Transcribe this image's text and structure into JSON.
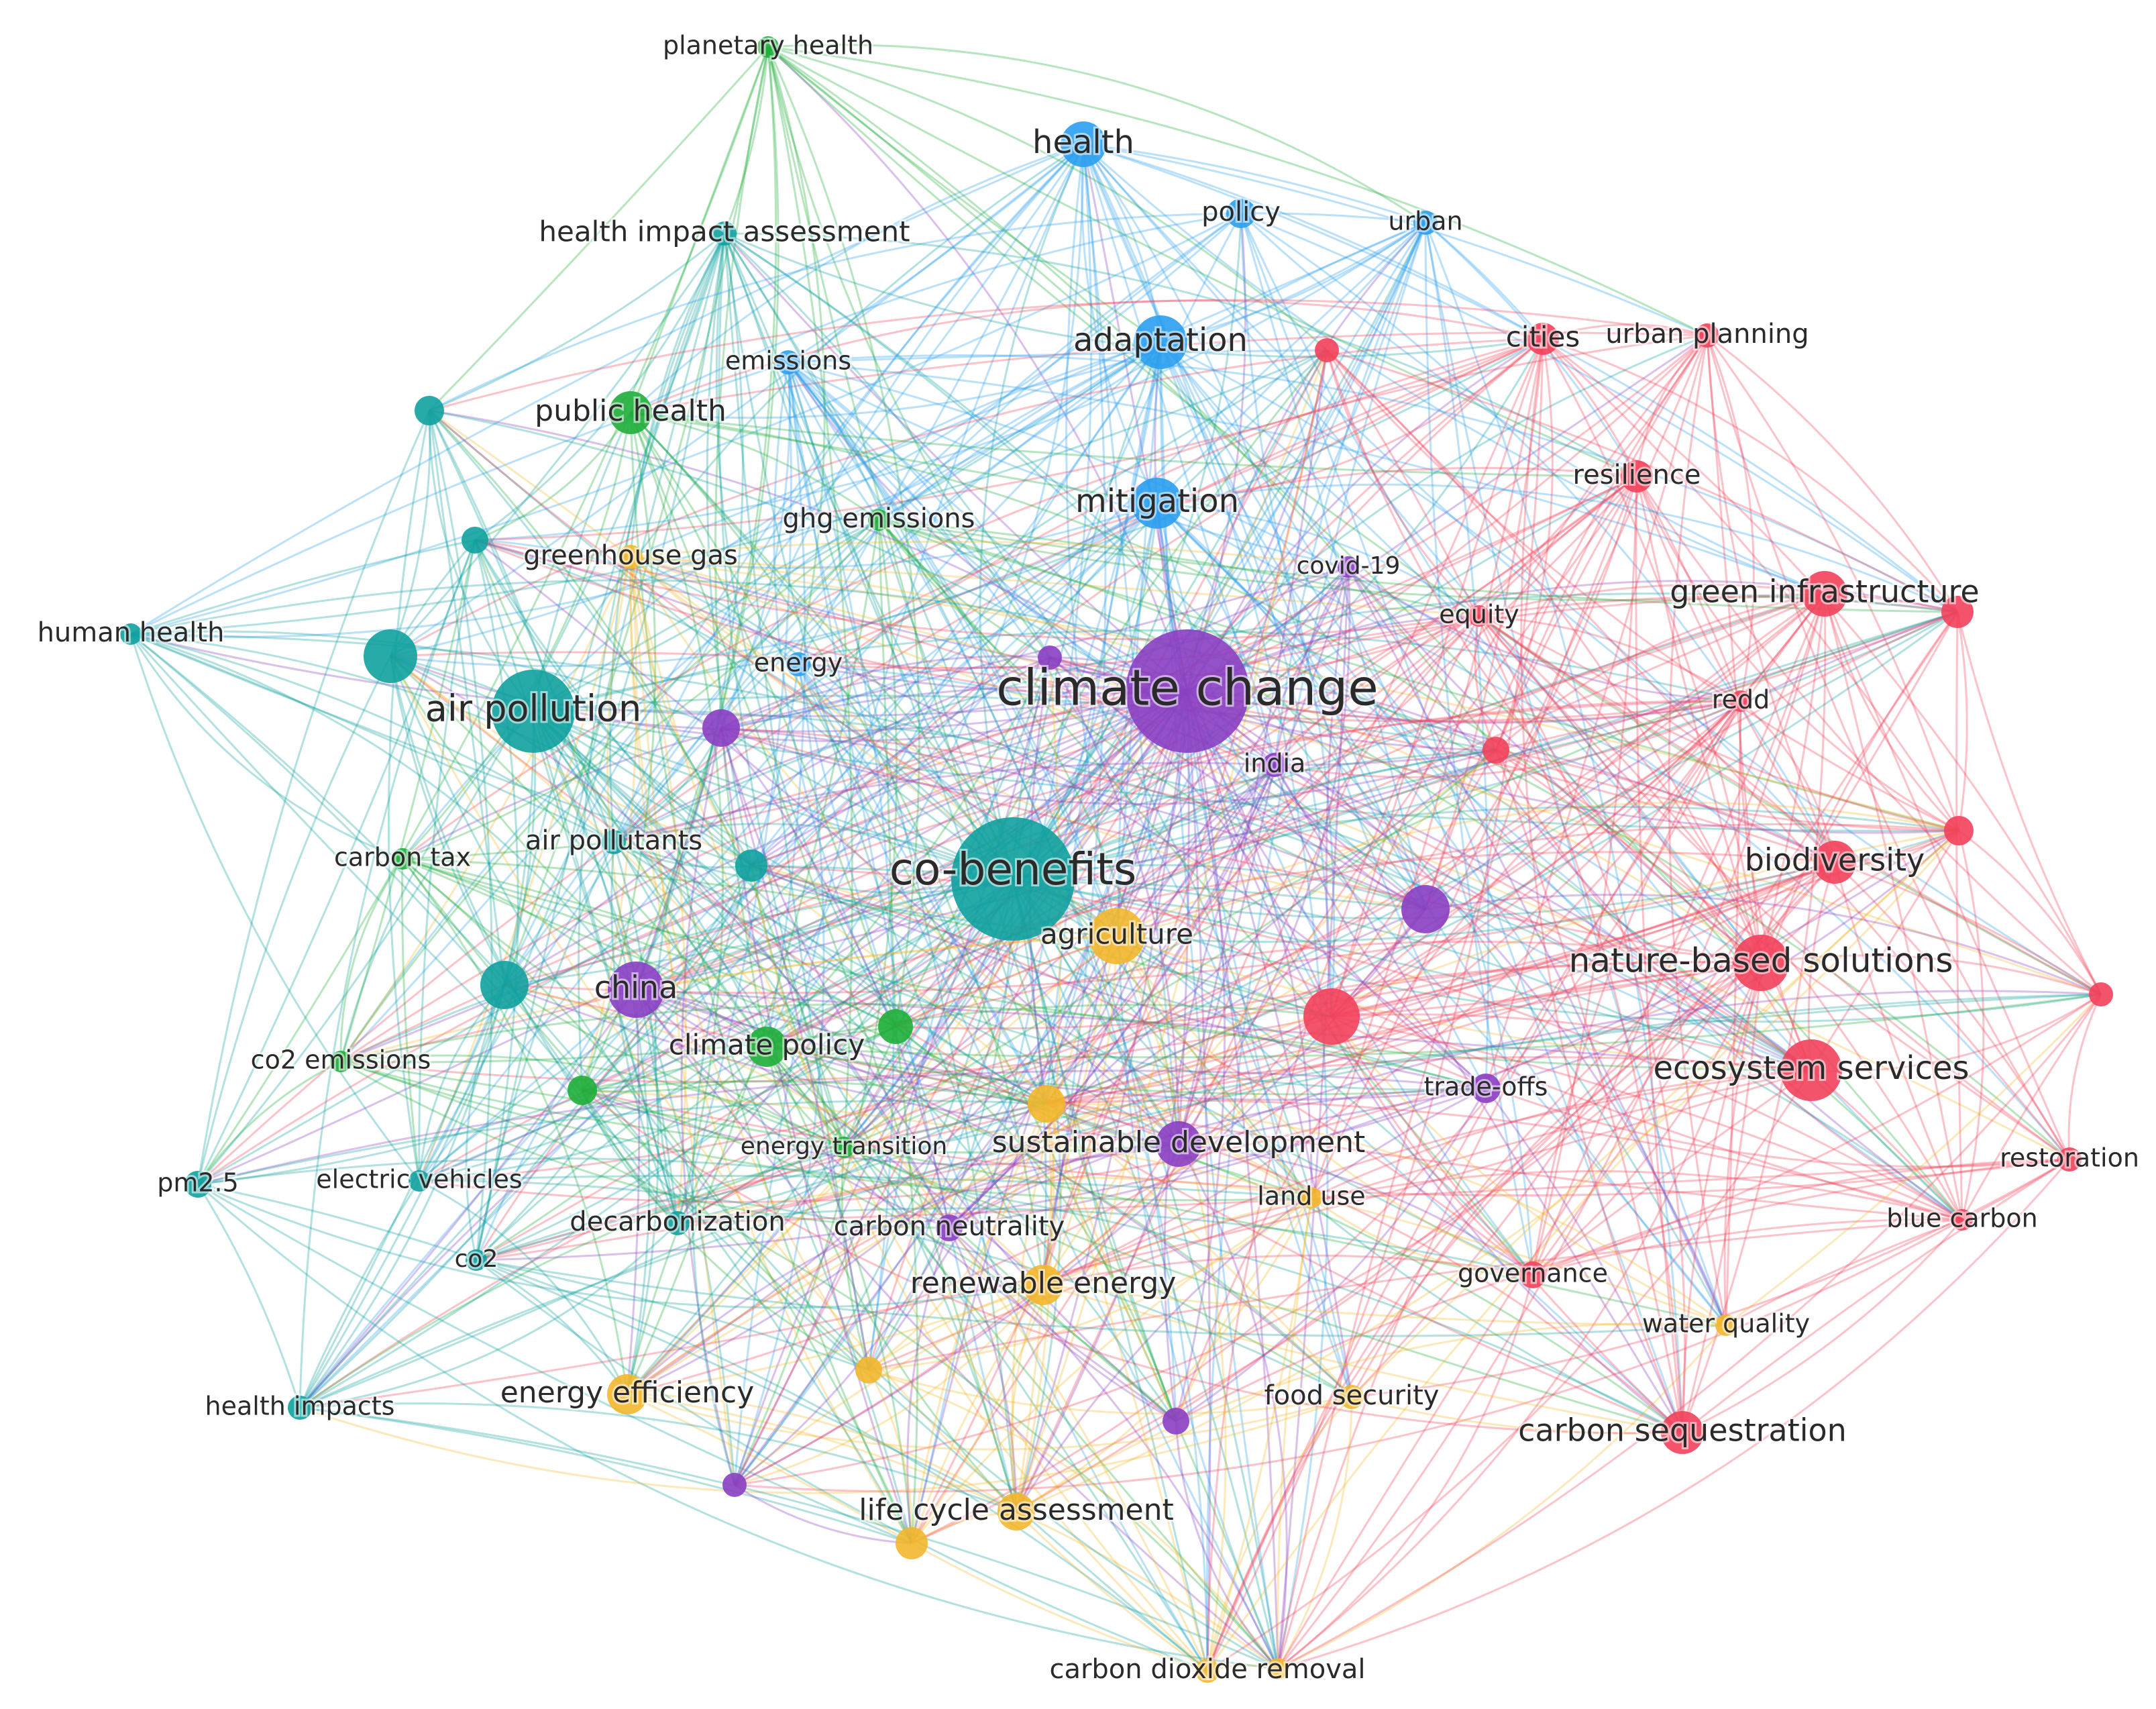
{
  "clusters": {
    "red": "#f2415b",
    "teal": "#10a19e",
    "purple": "#8a3fc2",
    "blue": "#2a9ff0",
    "green": "#1fae3a",
    "yellow": "#f2b72c"
  },
  "nodes": [
    {
      "id": "climate-change",
      "label": "climate change",
      "cluster": "purple",
      "weight": 10
    },
    {
      "id": "co-benefits",
      "label": "co-benefits",
      "cluster": "teal",
      "weight": 10
    },
    {
      "id": "air-pollution",
      "label": "air pollution",
      "cluster": "teal",
      "weight": 7
    },
    {
      "id": "health",
      "label": "health",
      "cluster": "blue",
      "weight": 5
    },
    {
      "id": "planetary-health",
      "label": "planetary health",
      "cluster": "green",
      "weight": 3
    },
    {
      "id": "health-impact-assessment",
      "label": "health impact assessment",
      "cluster": "teal",
      "weight": 3
    },
    {
      "id": "policy",
      "label": "policy",
      "cluster": "blue",
      "weight": 3
    },
    {
      "id": "urban",
      "label": "urban",
      "cluster": "blue",
      "weight": 3
    },
    {
      "id": "adaptation",
      "label": "adaptation",
      "cluster": "blue",
      "weight": 5
    },
    {
      "id": "cities",
      "label": "cities",
      "cluster": "red",
      "weight": 4
    },
    {
      "id": "urban-planning",
      "label": "urban planning",
      "cluster": "red",
      "weight": 3
    },
    {
      "id": "emissions",
      "label": "emissions",
      "cluster": "blue",
      "weight": 3
    },
    {
      "id": "public-health",
      "label": "public health",
      "cluster": "green",
      "weight": 5
    },
    {
      "id": "resilience",
      "label": "resilience",
      "cluster": "red",
      "weight": 4
    },
    {
      "id": "mitigation",
      "label": "mitigation",
      "cluster": "blue",
      "weight": 5
    },
    {
      "id": "ghg-emissions",
      "label": "ghg emissions",
      "cluster": "green",
      "weight": 3
    },
    {
      "id": "greenhouse-gas",
      "label": "greenhouse gas",
      "cluster": "yellow",
      "weight": 3
    },
    {
      "id": "covid-19",
      "label": "covid-19",
      "cluster": "purple",
      "weight": 3
    },
    {
      "id": "equity",
      "label": "equity",
      "cluster": "red",
      "weight": 3
    },
    {
      "id": "green-infrastructure",
      "label": "green infrastructure",
      "cluster": "red",
      "weight": 5
    },
    {
      "id": "human-health",
      "label": "human health",
      "cluster": "teal",
      "weight": 3
    },
    {
      "id": "energy",
      "label": "energy",
      "cluster": "blue",
      "weight": 3
    },
    {
      "id": "redd",
      "label": "redd",
      "cluster": "red",
      "weight": 3
    },
    {
      "id": "india",
      "label": "india",
      "cluster": "purple",
      "weight": 3
    },
    {
      "id": "carbon-tax",
      "label": "carbon tax",
      "cluster": "green",
      "weight": 3
    },
    {
      "id": "air-pollutants",
      "label": "air pollutants",
      "cluster": "teal",
      "weight": 3
    },
    {
      "id": "biodiversity",
      "label": "biodiversity",
      "cluster": "red",
      "weight": 5
    },
    {
      "id": "agriculture",
      "label": "agriculture",
      "cluster": "yellow",
      "weight": 5
    },
    {
      "id": "nature-based-solutions",
      "label": "nature-based solutions",
      "cluster": "red",
      "weight": 6
    },
    {
      "id": "china",
      "label": "china",
      "cluster": "purple",
      "weight": 5
    },
    {
      "id": "co2-emissions",
      "label": "co2 emissions",
      "cluster": "green",
      "weight": 3
    },
    {
      "id": "climate-policy",
      "label": "climate policy",
      "cluster": "green",
      "weight": 4
    },
    {
      "id": "ecosystem-services",
      "label": "ecosystem services",
      "cluster": "red",
      "weight": 6
    },
    {
      "id": "trade-offs",
      "label": "trade-offs",
      "cluster": "purple",
      "weight": 3
    },
    {
      "id": "energy-transition",
      "label": "energy transition",
      "cluster": "green",
      "weight": 3
    },
    {
      "id": "sustainable-development",
      "label": "sustainable development",
      "cluster": "purple",
      "weight": 5
    },
    {
      "id": "restoration",
      "label": "restoration",
      "cluster": "red",
      "weight": 3
    },
    {
      "id": "pm2-5",
      "label": "pm2.5",
      "cluster": "teal",
      "weight": 3
    },
    {
      "id": "electric-vehicles",
      "label": "electric vehicles",
      "cluster": "teal",
      "weight": 3
    },
    {
      "id": "land-use",
      "label": "land use",
      "cluster": "yellow",
      "weight": 3
    },
    {
      "id": "decarbonization",
      "label": "decarbonization",
      "cluster": "teal",
      "weight": 3
    },
    {
      "id": "carbon-neutrality",
      "label": "carbon neutrality",
      "cluster": "purple",
      "weight": 3
    },
    {
      "id": "blue-carbon",
      "label": "blue carbon",
      "cluster": "red",
      "weight": 3
    },
    {
      "id": "co2",
      "label": "co2",
      "cluster": "teal",
      "weight": 3
    },
    {
      "id": "governance",
      "label": "governance",
      "cluster": "red",
      "weight": 3
    },
    {
      "id": "renewable-energy",
      "label": "renewable energy",
      "cluster": "yellow",
      "weight": 4
    },
    {
      "id": "water-quality",
      "label": "water quality",
      "cluster": "yellow",
      "weight": 3
    },
    {
      "id": "energy-efficiency",
      "label": "energy efficiency",
      "cluster": "yellow",
      "weight": 4
    },
    {
      "id": "food-security",
      "label": "food security",
      "cluster": "yellow",
      "weight": 3
    },
    {
      "id": "health-impacts",
      "label": "health impacts",
      "cluster": "teal",
      "weight": 3
    },
    {
      "id": "carbon-sequestration",
      "label": "carbon sequestration",
      "cluster": "red",
      "weight": 5
    },
    {
      "id": "life-cycle-assessment",
      "label": "life cycle assessment",
      "cluster": "yellow",
      "weight": 3
    },
    {
      "id": "carbon-dioxide-removal",
      "label": "carbon dioxide removal",
      "cluster": "yellow",
      "weight": 3
    }
  ]
}
